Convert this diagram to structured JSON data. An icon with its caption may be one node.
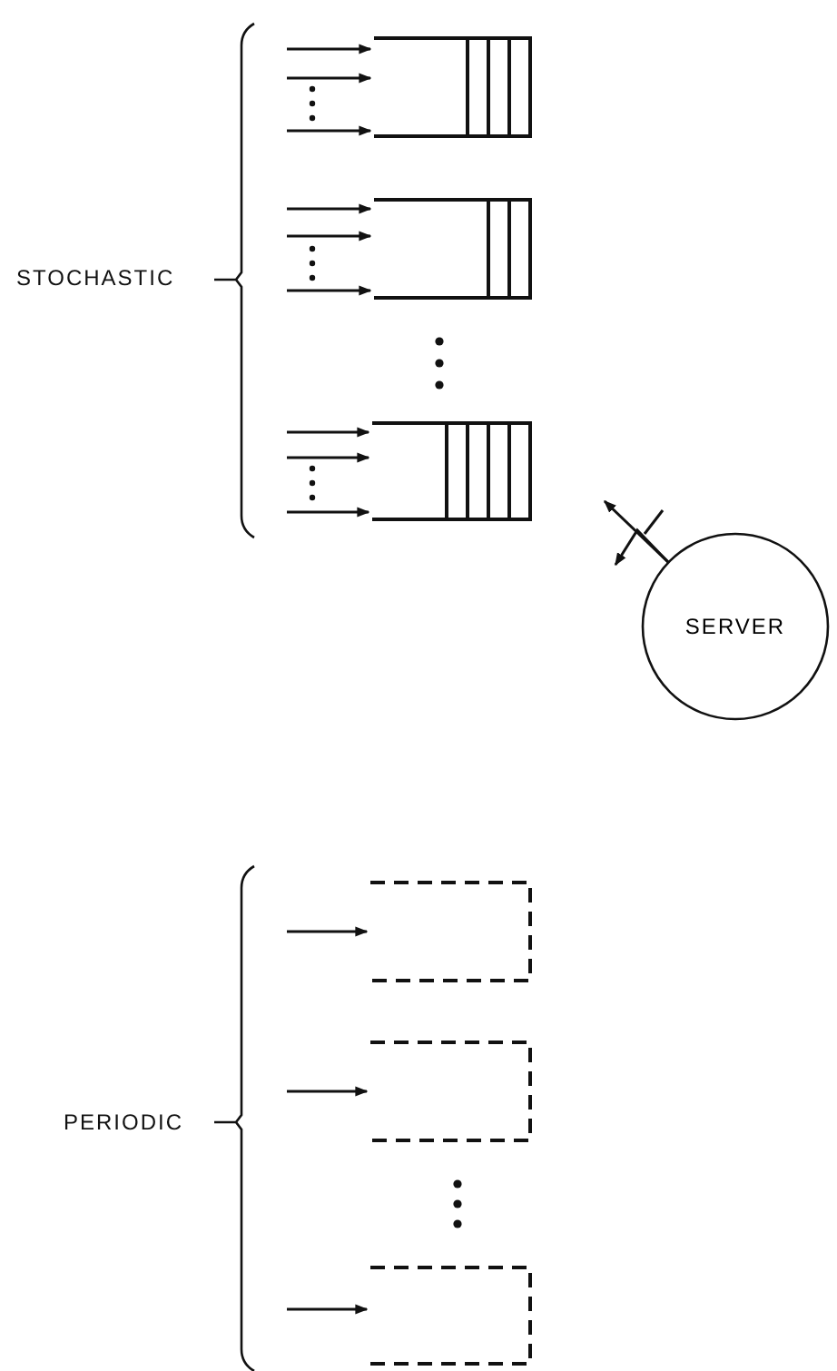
{
  "diagram": {
    "nodes": [
      {
        "text": [],
        "shape": "box"
      },
      {
        "text": [],
        "shape": "box"
      },
      {
        "text": [],
        "shape": "box"
      },
      {
        "text": [
          "SERVER"
        ]
      },
      {
        "text": [],
        "shape": "box"
      },
      {
        "text": [],
        "shape": "box"
      },
      {
        "text": [],
        "shape": "box"
      }
    ],
    "edges": [
      {
        "from": null,
        "to": 0,
        "arrow": "to"
      },
      {
        "from": null,
        "to": 0,
        "arrow": "to"
      },
      {
        "from": null,
        "to": 0,
        "arrow": "to"
      },
      {
        "from": null,
        "to": 1,
        "arrow": "to"
      },
      {
        "from": null,
        "to": 1,
        "arrow": "to"
      },
      {
        "from": null,
        "to": 1,
        "arrow": "to"
      },
      {
        "from": null,
        "to": 2,
        "arrow": "to"
      },
      {
        "from": null,
        "to": 2,
        "arrow": "to"
      },
      {
        "from": null,
        "to": 2,
        "arrow": "to"
      },
      {
        "from": 3,
        "to": null,
        "arrow": "to"
      },
      {
        "from": 3,
        "to": null,
        "arrow": "to"
      },
      {
        "from": null,
        "to": 4,
        "arrow": "to"
      },
      {
        "from": null,
        "to": 5,
        "arrow": "to"
      },
      {
        "from": null,
        "to": 6,
        "arrow": "to"
      }
    ],
    "labels": [
      "STOCHASTIC",
      "PERIODIC"
    ]
  }
}
